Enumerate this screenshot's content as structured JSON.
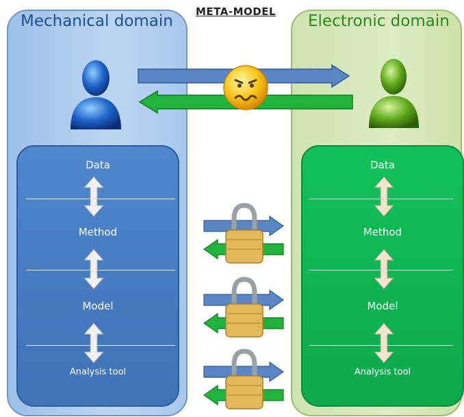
{
  "title": "META-MODEL",
  "domains": {
    "mechanical": {
      "label": "Mechanical domain",
      "levels": [
        "Data",
        "Method",
        "Model",
        "Analysis tool"
      ]
    },
    "electronic": {
      "label": "Electronic domain",
      "levels": [
        "Data",
        "Method",
        "Model",
        "Analysis tool"
      ]
    }
  },
  "colors": {
    "mechanical_accent": "#3f72b7",
    "electronic_accent": "#0ea84c",
    "arrow_blue": "#5b86c4",
    "arrow_green": "#22b33c",
    "smiley": "#f5c518",
    "lock_gold": "#e3b85c"
  },
  "icons": [
    "user-icon-blue",
    "user-icon-green",
    "confused-smiley-icon",
    "padlock-icon"
  ]
}
